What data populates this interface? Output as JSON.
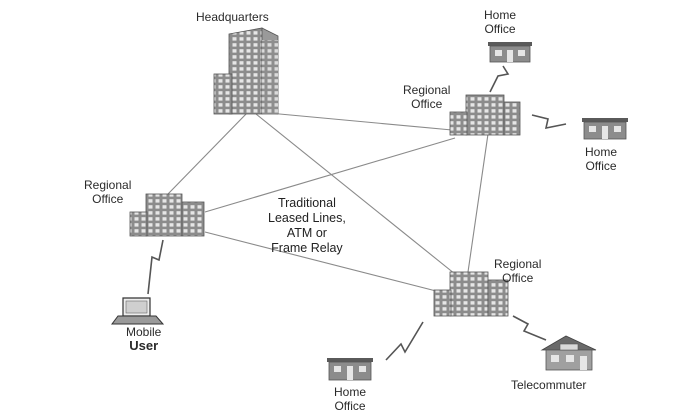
{
  "diagram": {
    "nodes": {
      "headquarters": {
        "label": "Headquarters",
        "icon": "office-tower-icon"
      },
      "regional_top_right": {
        "label_lines": [
          "Regional",
          "Office"
        ],
        "icon": "office-building-icon"
      },
      "regional_left": {
        "label_lines": [
          "Regional",
          "Office"
        ],
        "icon": "office-building-icon"
      },
      "regional_bottom": {
        "label_lines": [
          "Regional",
          "Office"
        ],
        "icon": "office-building-icon"
      },
      "home_office_top": {
        "label_lines": [
          "Home",
          "Office"
        ],
        "icon": "house-icon"
      },
      "home_office_right": {
        "label_lines": [
          "Home",
          "Office"
        ],
        "icon": "house-icon"
      },
      "home_office_bottom": {
        "label_lines": [
          "Home",
          "Office"
        ],
        "icon": "house-icon"
      },
      "mobile_user": {
        "label_lines": [
          "Mobile",
          "User"
        ],
        "icon": "laptop-icon"
      },
      "telecommuter": {
        "label": "Telecommuter",
        "icon": "house-icon"
      }
    },
    "center_label_lines": [
      "Traditional",
      "Leased Lines,",
      "ATM or",
      "Frame Relay"
    ],
    "colors": {
      "line": "#8a8a8a",
      "building": "#8c8c8c",
      "window": "#e6e6e6",
      "roof": "#5a5a5a"
    }
  }
}
